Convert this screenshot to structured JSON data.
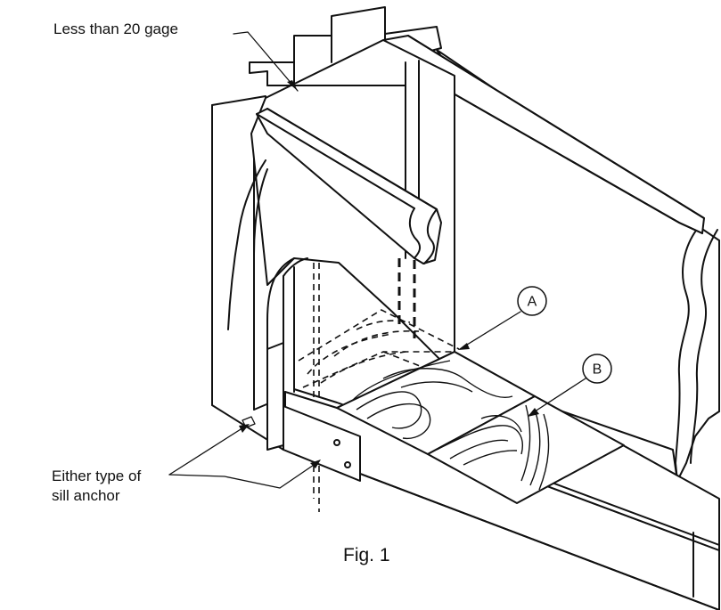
{
  "labels": {
    "gage_note": "Less than 20 gage",
    "sill_anchor_line1": "Either type of",
    "sill_anchor_line2": "sill anchor",
    "figure_caption": "Fig. 1"
  },
  "callouts": {
    "a": "A",
    "b": "B"
  },
  "colors": {
    "ink": "#111111",
    "paper": "#ffffff"
  }
}
